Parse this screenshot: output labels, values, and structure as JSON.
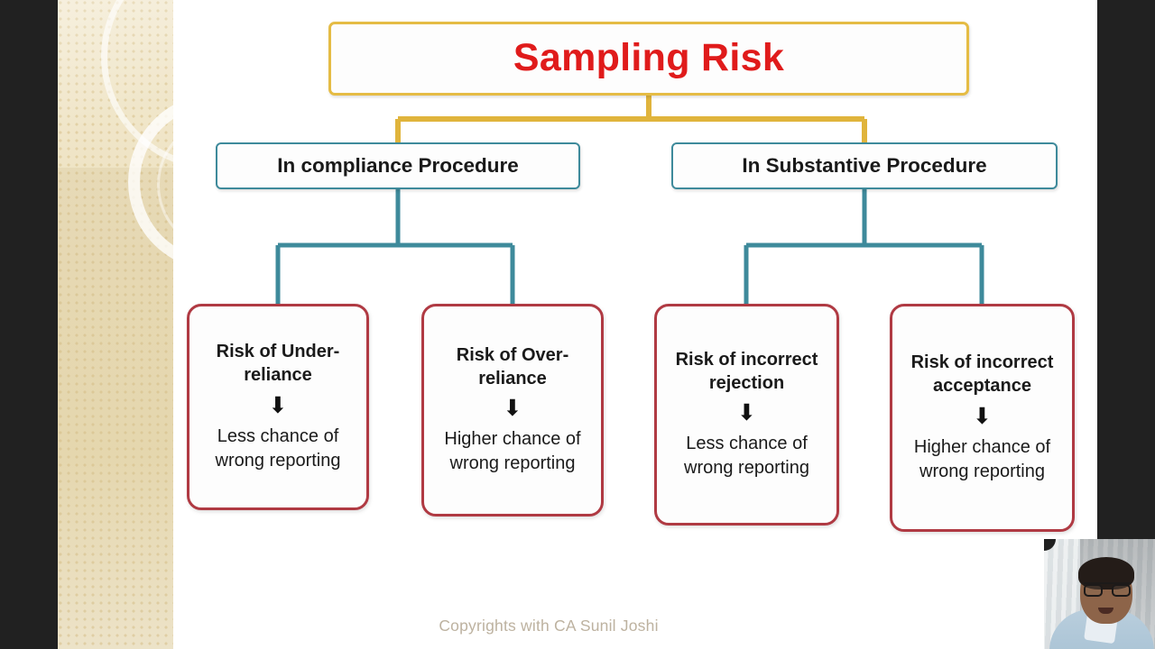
{
  "slide": {
    "title": {
      "label": "Sampling Risk",
      "border_color": "#e5bc45",
      "text_color": "#e01b1b"
    },
    "level2": [
      {
        "label": "In compliance Procedure",
        "border_color": "#3e8a9b"
      },
      {
        "label": "In Substantive Procedure",
        "border_color": "#3e8a9b"
      }
    ],
    "leaves": [
      {
        "heading": "Risk of Under-reliance",
        "arrow": "⬇",
        "body": "Less chance of wrong reporting",
        "border_color": "#b03a43"
      },
      {
        "heading": "Risk of Over-reliance",
        "arrow": "⬇",
        "body": "Higher chance of wrong reporting",
        "border_color": "#b03a43"
      },
      {
        "heading": "Risk of incorrect rejection",
        "arrow": "⬇",
        "body": "Less chance of wrong reporting",
        "border_color": "#b03a43"
      },
      {
        "heading": "Risk of incorrect acceptance",
        "arrow": "⬇",
        "body": "Higher chance of wrong reporting",
        "border_color": "#b03a43"
      }
    ],
    "footer": {
      "credit": "Copyrights with CA Sunil Joshi"
    }
  },
  "colors": {
    "gold_connector": "#e0b43c",
    "teal_connector": "#3e8a9b",
    "slide_background": "#ffffff",
    "letterbox": "#212121",
    "sidebar_beige": "#ecdfbb",
    "footer_text": "#bdb2a0"
  }
}
